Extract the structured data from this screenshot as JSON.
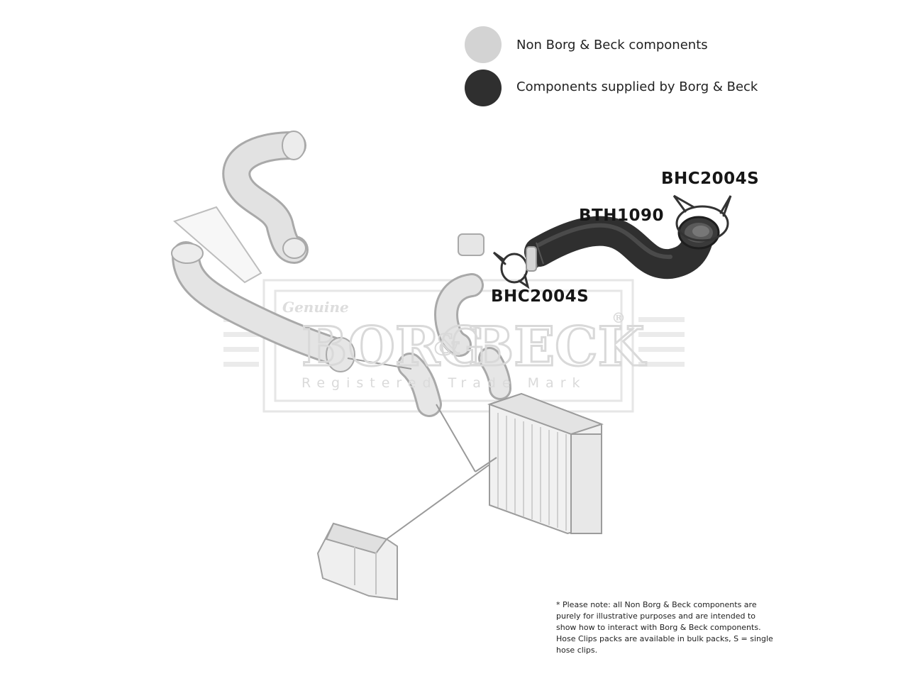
{
  "legend": {
    "items": [
      {
        "label": "Non Borg & Beck components",
        "color": "#d3d3d3"
      },
      {
        "label": "Components supplied by Borg & Beck",
        "color": "#2f2f2f"
      }
    ]
  },
  "parts": {
    "clip_top": "BHC2004S",
    "hose": "BTH1090",
    "clip_middle": "BHC2004S"
  },
  "watermark": {
    "script": "Genuine",
    "brand_left": "BORG",
    "brand_amp": "&",
    "brand_right": "BECK",
    "registered": "®",
    "tagline": "Registered Trade Mark"
  },
  "note": {
    "text": "* Please note: all Non Borg & Beck components are purely for illustrative purposes and are intended to show how to interact with Borg & Beck components. Hose Clips packs are available in bulk packs, S = single hose clips."
  },
  "colors": {
    "non_component": "#d3d3d3",
    "component": "#2f2f2f",
    "outline": "#9a9a9a"
  }
}
